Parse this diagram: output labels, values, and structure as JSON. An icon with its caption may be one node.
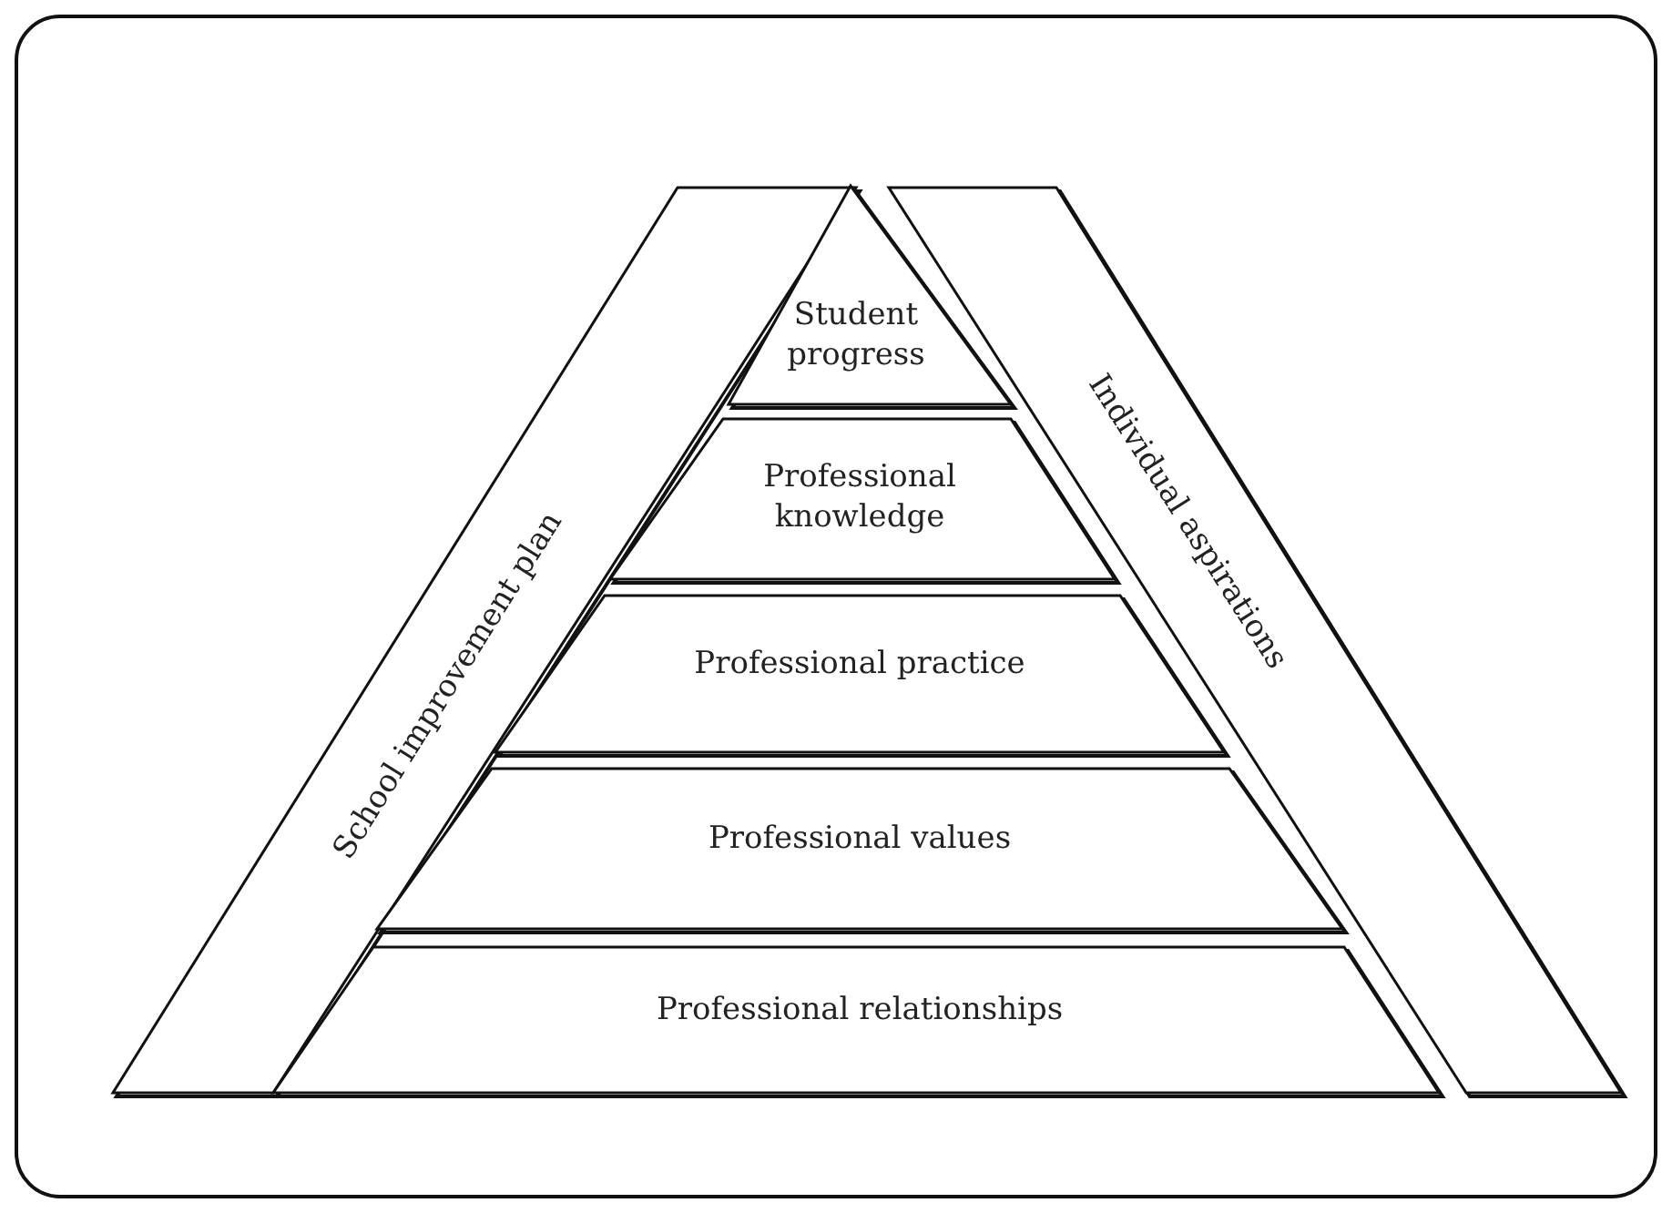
{
  "diagram": {
    "nodes": [
      {
        "text": [
          "School improvement plan"
        ]
      },
      {
        "text": [
          "Individual aspirations"
        ]
      },
      {
        "text": [
          "Student progress"
        ]
      },
      {
        "text": [
          "Professional knowledge"
        ]
      },
      {
        "text": [
          "Professional practice"
        ]
      },
      {
        "text": [
          "Professional values"
        ]
      },
      {
        "text": [
          "Professional relationships"
        ]
      }
    ],
    "edges": []
  }
}
